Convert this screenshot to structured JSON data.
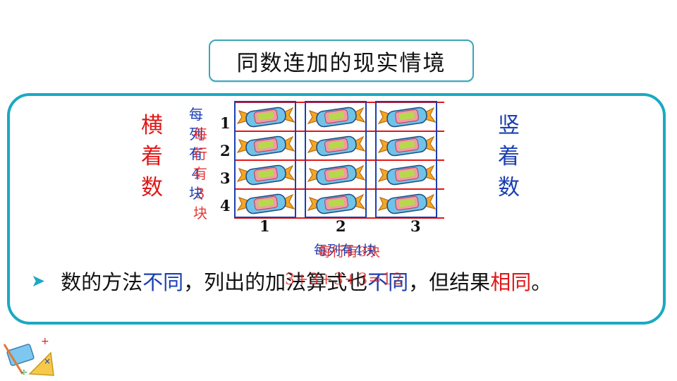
{
  "title": "同数连加的现实情境",
  "left_side": [
    "横",
    "着",
    "数"
  ],
  "right_side": [
    "竖",
    "着",
    "数"
  ],
  "label_blue_vertical": [
    "每",
    "列",
    "有",
    "4",
    "块"
  ],
  "label_red_vertical": [
    "每",
    "行",
    "有",
    "3",
    "块"
  ],
  "row_numbers": [
    "1",
    "2",
    "3",
    "4"
  ],
  "col_numbers": [
    "1",
    "2",
    "3"
  ],
  "label_bottom_blue": "每列有4块",
  "label_bottom_red": "每行有3块",
  "statement": {
    "part1": "数的方法",
    "w1": "不同",
    "part2": "，列出的加法算式也",
    "w2": "不同",
    "part3": "，但结果",
    "w3": "相同",
    "part4": "。"
  },
  "overlay_equation": "3+3+3+3=12",
  "colors": {
    "teal": "#1aa9c2",
    "red": "#e01818",
    "blue": "#1a3fb0",
    "candy_body": "#6fc3e8",
    "candy_wrap": "#f5a623",
    "candy_label": "#f29aa8",
    "candy_center": "#b6d94c"
  },
  "icons": [
    "candy-icon",
    "stationery-icon",
    "triangle-arrow-icon"
  ]
}
